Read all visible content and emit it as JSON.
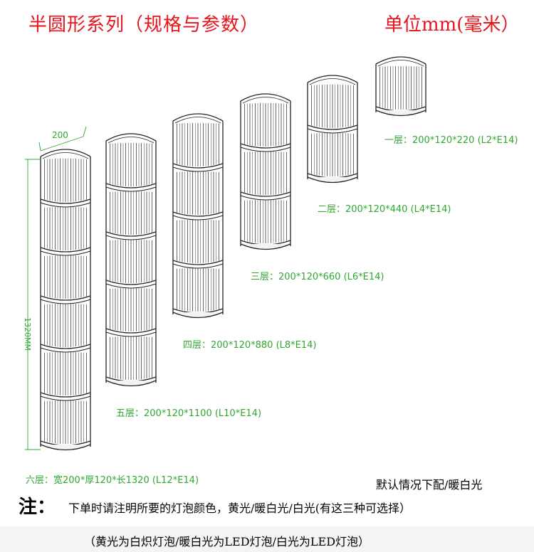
{
  "header": {
    "title": "半圆形系列（规格与参数）",
    "unit": "单位mm(毫米）"
  },
  "dimension_labels": {
    "width": "200",
    "height": "1320MM"
  },
  "lamps": [
    {
      "tiers": 1,
      "spec": "一层：200*120*220 (L2*E14)"
    },
    {
      "tiers": 2,
      "spec": "二层：200*120*440 (L4*E14)"
    },
    {
      "tiers": 3,
      "spec": "三层：200*120*660 (L6*E14)"
    },
    {
      "tiers": 4,
      "spec": "四层：200*120*880 (L8*E14)"
    },
    {
      "tiers": 5,
      "spec": "五层：200*120*1100 (L10*E14)"
    },
    {
      "tiers": 6,
      "spec": "六层：宽200*厚120*长1320 (L12*E14)"
    }
  ],
  "footer": {
    "default_config": "默认情况下配/暖白光",
    "note_label": "注：",
    "note_text": "下单时请注明所要的灯泡颜色，黄光/暖白光/白光(有这三种可选择）",
    "bulb_note": "（黄光为白炽灯泡/暖白光为LED灯泡/白光为LED灯泡）"
  },
  "colors": {
    "title": "#e8131b",
    "spec_text": "#2fa82f",
    "dimension_lines": "#2fa82f",
    "lamp_outline": "#222222"
  }
}
